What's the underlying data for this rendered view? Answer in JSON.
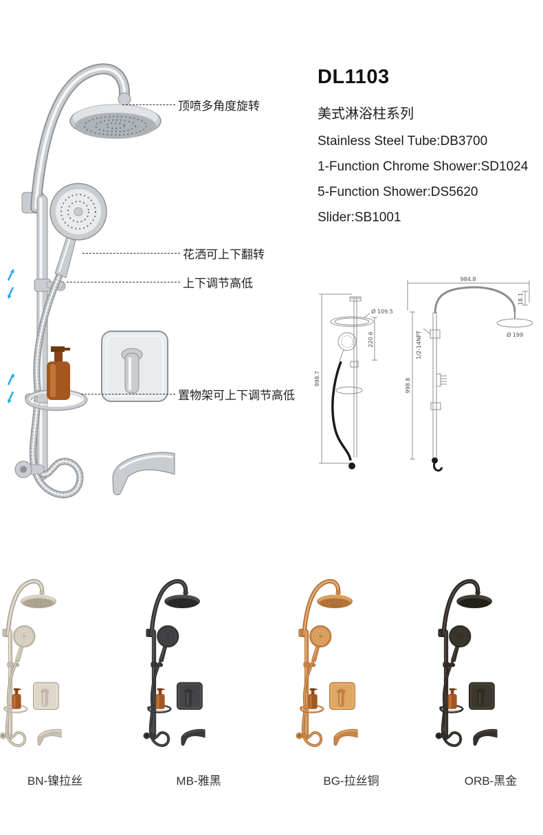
{
  "product": {
    "model": "DL1103",
    "series": "美式淋浴柱系列",
    "spec_lines": [
      "Stainless Steel Tube:DB3700",
      "1-Function Chrome Shower:SD1024",
      "5-Function Shower:DS5620",
      "Slider:SB1001"
    ]
  },
  "callouts": {
    "top_spray": "顶喷多角度旋转",
    "hand_shower": "花洒可上下翻转",
    "slider": "上下调节高低",
    "shelf": "置物架可上下调节高低"
  },
  "tech_drawings": {
    "front_view": {
      "overall_height": "998.7",
      "head_diameter": "Ø 109.5",
      "hand_shower_offset": "220.6"
    },
    "side_view": {
      "arm_reach": "984.8",
      "head_drop": "18.1",
      "head_diameter": "Ø 199",
      "thread_spec": "1/2-14NPT",
      "overall_height": "998.8"
    }
  },
  "variants": [
    {
      "code": "BN",
      "label": "BN-镍拉丝",
      "finish_hex": "#c7beb0"
    },
    {
      "code": "MB",
      "label": "MB-雅黑",
      "finish_hex": "#2e2e30"
    },
    {
      "code": "BG",
      "label": "BG-拉丝铜",
      "finish_hex": "#c98448"
    },
    {
      "code": "ORB",
      "label": "ORB-黑金",
      "finish_hex": "#2b2721"
    }
  ],
  "colors": {
    "arrow_blue": "#2aa9e0",
    "soap_bottle_amber": "#a4571f",
    "leader_line": "#2a2a2a"
  }
}
